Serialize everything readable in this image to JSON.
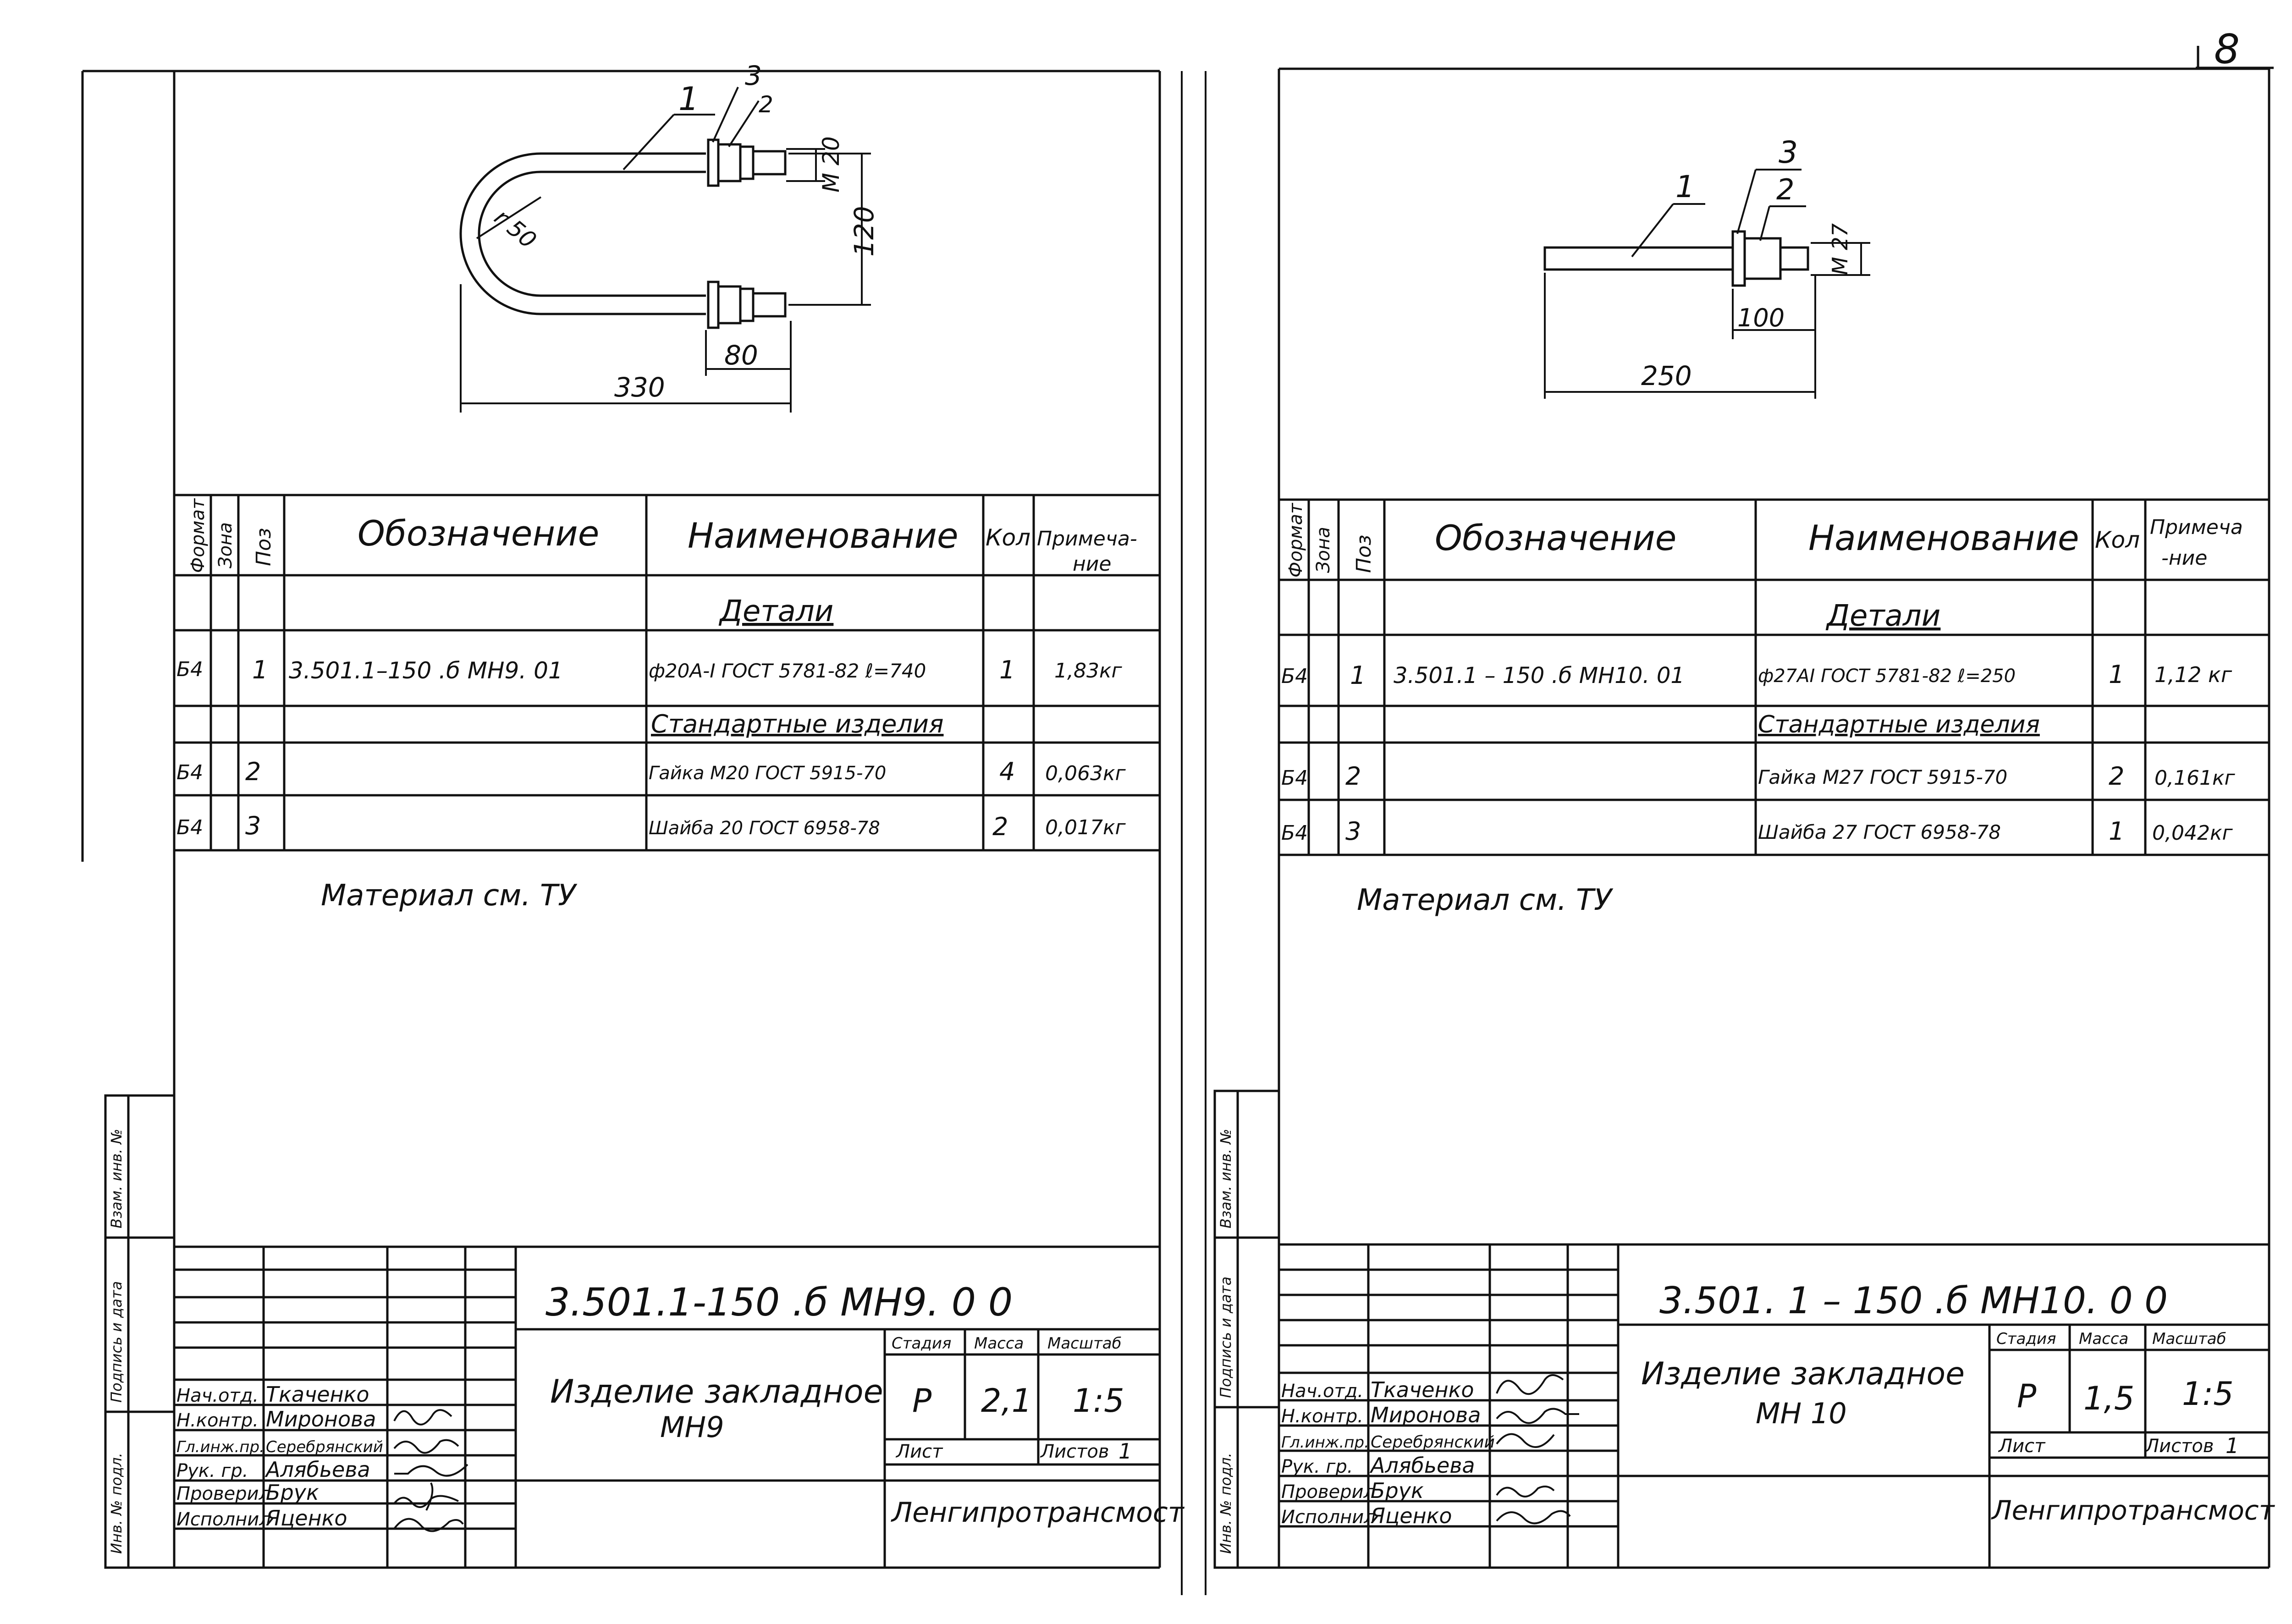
{
  "page_number": "8",
  "table_headers": {
    "format": "Формат",
    "zone": "Зона",
    "pos": "Поз",
    "designation": "Обозначение",
    "name": "Наименование",
    "qty": "Кол",
    "note_left": "Примеча-ние",
    "note_right": "Примеча -ние"
  },
  "sheets": [
    {
      "id": "left",
      "drawing": {
        "callouts": [
          "1",
          "2",
          "3"
        ],
        "dims": {
          "radius": "r 50",
          "thread": "M 20",
          "height": "120",
          "thread_len": "80",
          "total_len": "330"
        }
      },
      "rows": [
        {
          "format": "",
          "pos": "",
          "designation": "",
          "name": "Детали",
          "qty": "",
          "note": ""
        },
        {
          "format": "Б4",
          "pos": "1",
          "designation": "3.501.1–150 .б МН9. 01",
          "name": "ф20А-I ГОСТ 5781-82 ℓ=740",
          "qty": "1",
          "note": "1,83кг"
        },
        {
          "format": "",
          "pos": "",
          "designation": "",
          "name": "Стандартные изделия",
          "qty": "",
          "note": ""
        },
        {
          "format": "Б4",
          "pos": "2",
          "designation": "",
          "name": "Гайка М20 ГОСТ 5915-70",
          "qty": "4",
          "note": "0,063кг"
        },
        {
          "format": "Б4",
          "pos": "3",
          "designation": "",
          "name": "Шайба 20 ГОСТ 6958-78",
          "qty": "2",
          "note": "0,017кг"
        }
      ],
      "material_note": "Материал см. ТУ",
      "title_block": {
        "code": "3.501.1-150 .б МН9. 0 0",
        "name_line1": "Изделие закладное",
        "name_line2": "МН9",
        "stage_label": "Стадия",
        "mass_label": "Масса",
        "scale_label": "Масштаб",
        "stage": "Р",
        "mass": "2,1",
        "scale": "1:5",
        "sheet_label": "Лист",
        "sheets_label": "Листов",
        "sheets_count": "1",
        "org": "Ленгипротрансмост",
        "people": [
          {
            "role": "Нач.отд.",
            "name": "Ткаченко"
          },
          {
            "role": "Н.контр.",
            "name": "Миронова"
          },
          {
            "role": "Гл.инж.пр.",
            "name": "Серебрянский"
          },
          {
            "role": "Рук. гр.",
            "name": "Алябьева"
          },
          {
            "role": "Проверил",
            "name": "Брук"
          },
          {
            "role": "Исполнил",
            "name": "Яценко"
          }
        ]
      }
    },
    {
      "id": "right",
      "drawing": {
        "callouts": [
          "1",
          "2",
          "3"
        ],
        "dims": {
          "thread": "М 27",
          "thread_len": "100",
          "total_len": "250"
        }
      },
      "rows": [
        {
          "format": "",
          "pos": "",
          "designation": "",
          "name": "Детали",
          "qty": "",
          "note": ""
        },
        {
          "format": "Б4",
          "pos": "1",
          "designation": "3.501.1 – 150 .б МН10. 01",
          "name": "ф27АI ГОСТ 5781-82 ℓ=250",
          "qty": "1",
          "note": "1,12 кг"
        },
        {
          "format": "",
          "pos": "",
          "designation": "",
          "name": "Стандартные изделия",
          "qty": "",
          "note": ""
        },
        {
          "format": "Б4",
          "pos": "2",
          "designation": "",
          "name": "Гайка М27 ГОСТ 5915-70",
          "qty": "2",
          "note": "0,161кг"
        },
        {
          "format": "Б4",
          "pos": "3",
          "designation": "",
          "name": "Шайба 27 ГОСТ 6958-78",
          "qty": "1",
          "note": "0,042кг"
        }
      ],
      "material_note": "Материал см. ТУ",
      "title_block": {
        "code": "3.501. 1 – 150 .б МН10. 0 0",
        "name_line1": "Изделие закладное",
        "name_line2": "МН 10",
        "stage_label": "Стадия",
        "mass_label": "Масса",
        "scale_label": "Масштаб",
        "stage": "Р",
        "mass": "1,5",
        "scale": "1:5",
        "sheet_label": "Лист",
        "sheets_label": "Листов",
        "sheets_count": "1",
        "org": "Ленгипротрансмост",
        "people": [
          {
            "role": "Нач.отд.",
            "name": "Ткаченко"
          },
          {
            "role": "Н.контр.",
            "name": "Миронова"
          },
          {
            "role": "Гл.инж.пр.",
            "name": "Серебрянский"
          },
          {
            "role": "Рук. гр.",
            "name": "Алябьева"
          },
          {
            "role": "Проверил",
            "name": "Брук"
          },
          {
            "role": "Исполнил",
            "name": "Яценко"
          }
        ]
      }
    }
  ],
  "side_stamp": {
    "inv_no": "Инв. № подл.",
    "sign_date": "Подпись и дата",
    "replace_inv": "Взам. инв. №"
  }
}
